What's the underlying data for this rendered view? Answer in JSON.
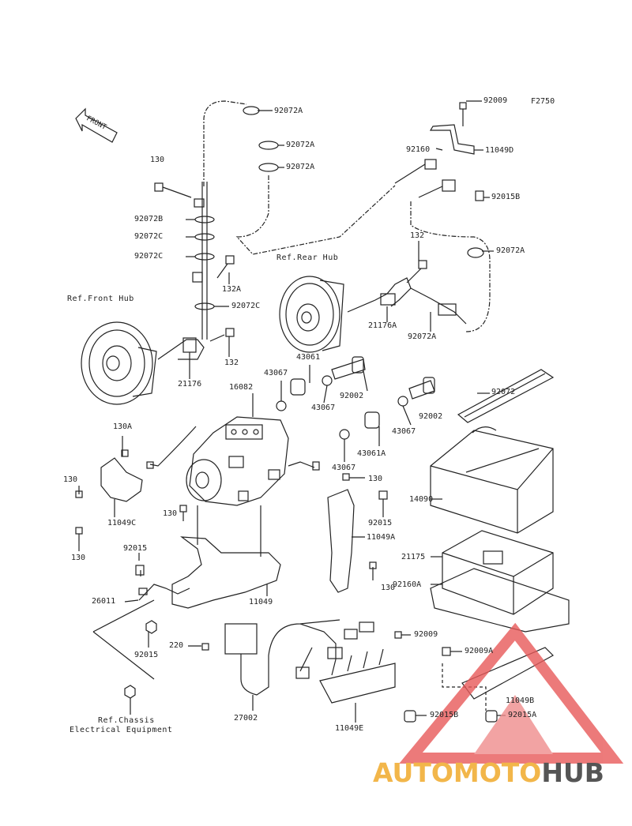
{
  "figure_code": "F2750",
  "front_label": "FRONT",
  "refs": {
    "front_hub": "Ref.Front Hub",
    "rear_hub": "Ref.Rear Hub",
    "chassis_line1": "Ref.Chassis",
    "chassis_line2": "Electrical Equipment"
  },
  "parts": {
    "p92072A_1": "92072A",
    "p92072A_2": "92072A",
    "p92072A_3": "92072A",
    "p92072A_4": "92072A",
    "p92072A_5": "92072A",
    "p92009_top": "92009",
    "p11049D": "11049D",
    "p92160": "92160",
    "p92015B_top": "92015B",
    "p130_a": "130",
    "p92072B": "92072B",
    "p92072C_1": "92072C",
    "p92072C_2": "92072C",
    "p92072C_3": "92072C",
    "p132A": "132A",
    "p132_top": "132",
    "p132_left": "132",
    "p21176": "21176",
    "p21176A": "21176A",
    "p43061": "43061",
    "p43067_1": "43067",
    "p43067_2": "43067",
    "p43067_3": "43067",
    "p43067_4": "43067",
    "p92002_1": "92002",
    "p92002_2": "92002",
    "p16082": "16082",
    "p92072": "92072",
    "p43061A": "43061A",
    "p130A": "130A",
    "p130_b": "130",
    "p130_c": "130",
    "p130_d": "130",
    "p130_e": "130",
    "p130_f": "130",
    "p11049C": "11049C",
    "p92015_1": "92015",
    "p92015_2": "92015",
    "p92015_3": "92015",
    "p11049A": "11049A",
    "p14090": "14090",
    "p21175": "21175",
    "p92160A": "92160A",
    "p26011": "26011",
    "p11049": "11049",
    "p220": "220",
    "p92009_bot": "92009",
    "p92009A": "92009A",
    "p11049B": "11049B",
    "p92015B_bot": "92015B",
    "p92015A": "92015A",
    "p27002": "27002",
    "p11049E": "11049E"
  },
  "watermark": {
    "part1": "AUTOMOTO",
    "part2": "HUB",
    "color1": "#f2b64a",
    "color2": "#555555",
    "logo_color": "#e85a5a"
  }
}
